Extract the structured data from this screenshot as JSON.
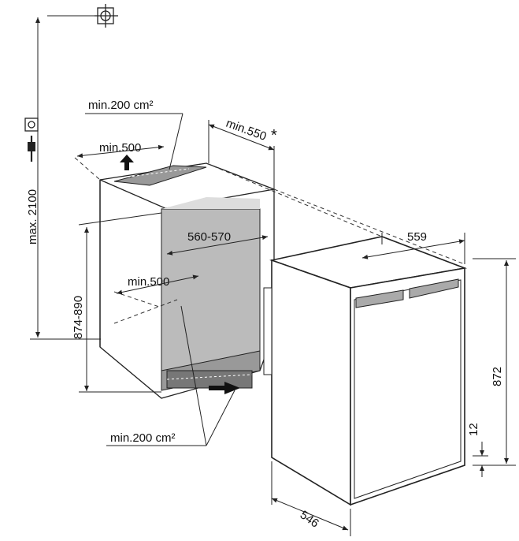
{
  "labels": {
    "top_vent": "min.200 cm²",
    "depth_min": "min.550",
    "asterisk": "*",
    "top_width": "min.500",
    "max_height": "max. 2100",
    "niche_height": "874-890",
    "niche_width": "560-570",
    "inner_width": "min.500",
    "appliance_width": "559",
    "appliance_height": "872",
    "plinth_height": "12",
    "appliance_depth": "546",
    "bottom_vent": "min.200 cm²"
  },
  "icons": [
    "earth-symbol-icon",
    "socket-icon",
    "plug-icon",
    "airflow-arrow-icon"
  ]
}
